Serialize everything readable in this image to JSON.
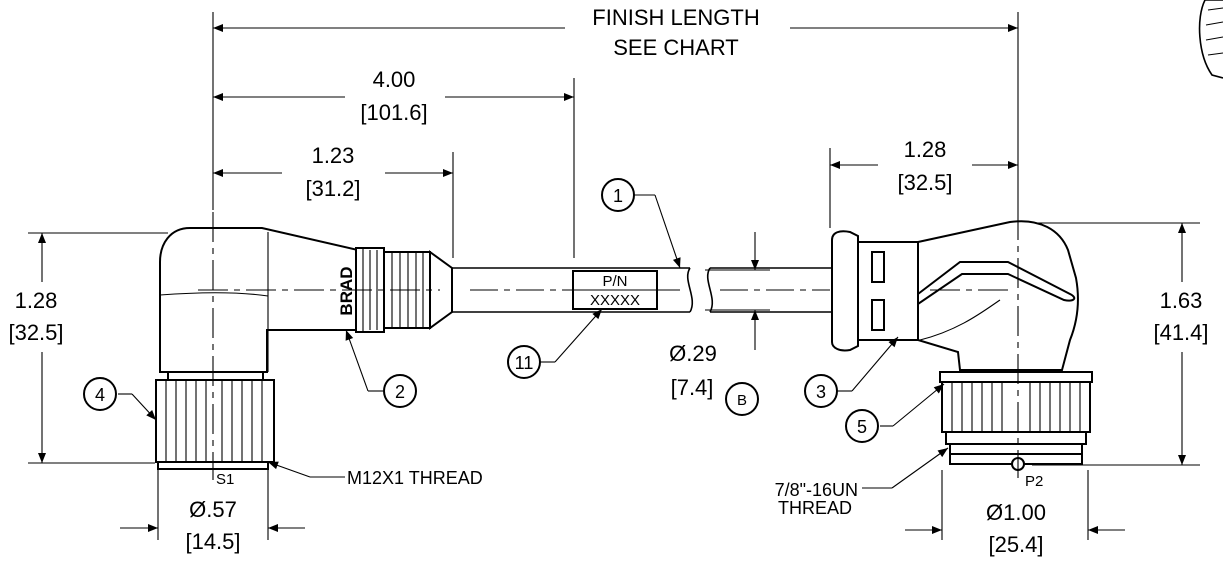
{
  "dimensions": {
    "finish_length_line1": "FINISH LENGTH",
    "finish_length_line2": "SEE CHART",
    "d400_in": "4.00",
    "d400_mm": "[101.6]",
    "d123_in": "1.23",
    "d123_mm": "[31.2]",
    "d128_top_in": "1.28",
    "d128_top_mm": "[32.5]",
    "d128_left_in": "1.28",
    "d128_left_mm": "[32.5]",
    "d163_in": "1.63",
    "d163_mm": "[41.4]",
    "d029_in": "Ø.29",
    "d029_mm": "[7.4]",
    "d057_in": "Ø.57",
    "d057_mm": "[14.5]",
    "d100_in": "Ø1.00",
    "d100_mm": "[25.4]"
  },
  "callouts": {
    "item1": "1",
    "item2": "2",
    "item3": "3",
    "item4": "4",
    "item5": "5",
    "item11": "11",
    "ref_b": "B"
  },
  "labels": {
    "brand": "BRAD",
    "pn_top": "P/N",
    "pn_bottom": "XXXXX",
    "s1": "S1",
    "p2": "P2",
    "m12_thread": "M12X1 THREAD",
    "un_thread_line1": "7/8\"-16UN",
    "un_thread_line2": "THREAD"
  }
}
